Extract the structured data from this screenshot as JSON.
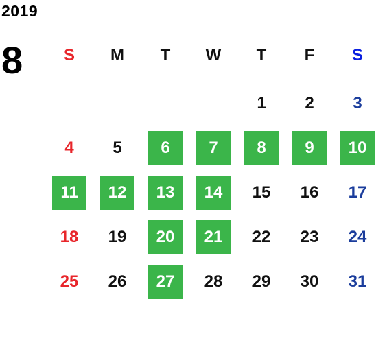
{
  "header": {
    "year": "2019",
    "month": "8"
  },
  "weekdays": [
    {
      "label": "S",
      "color": "#e8262b"
    },
    {
      "label": "M",
      "color": "#111111"
    },
    {
      "label": "T",
      "color": "#111111"
    },
    {
      "label": "W",
      "color": "#111111"
    },
    {
      "label": "T",
      "color": "#111111"
    },
    {
      "label": "F",
      "color": "#111111"
    },
    {
      "label": "S",
      "color": "#0a1fe0"
    }
  ],
  "colors": {
    "sunday": "#e8262b",
    "saturday": "#1b3d9c",
    "weekday": "#111111",
    "highlight_bg": "#3bb54a"
  },
  "weeks": [
    [
      "",
      "",
      "",
      "",
      "1",
      "2",
      "3"
    ],
    [
      "4",
      "5",
      "6",
      "7",
      "8",
      "9",
      "10"
    ],
    [
      "11",
      "12",
      "13",
      "14",
      "15",
      "16",
      "17"
    ],
    [
      "18",
      "19",
      "20",
      "21",
      "22",
      "23",
      "24"
    ],
    [
      "25",
      "26",
      "27",
      "28",
      "29",
      "30",
      "31"
    ]
  ],
  "highlighted_days": [
    "6",
    "7",
    "8",
    "9",
    "10",
    "11",
    "12",
    "13",
    "14",
    "20",
    "21",
    "27"
  ]
}
